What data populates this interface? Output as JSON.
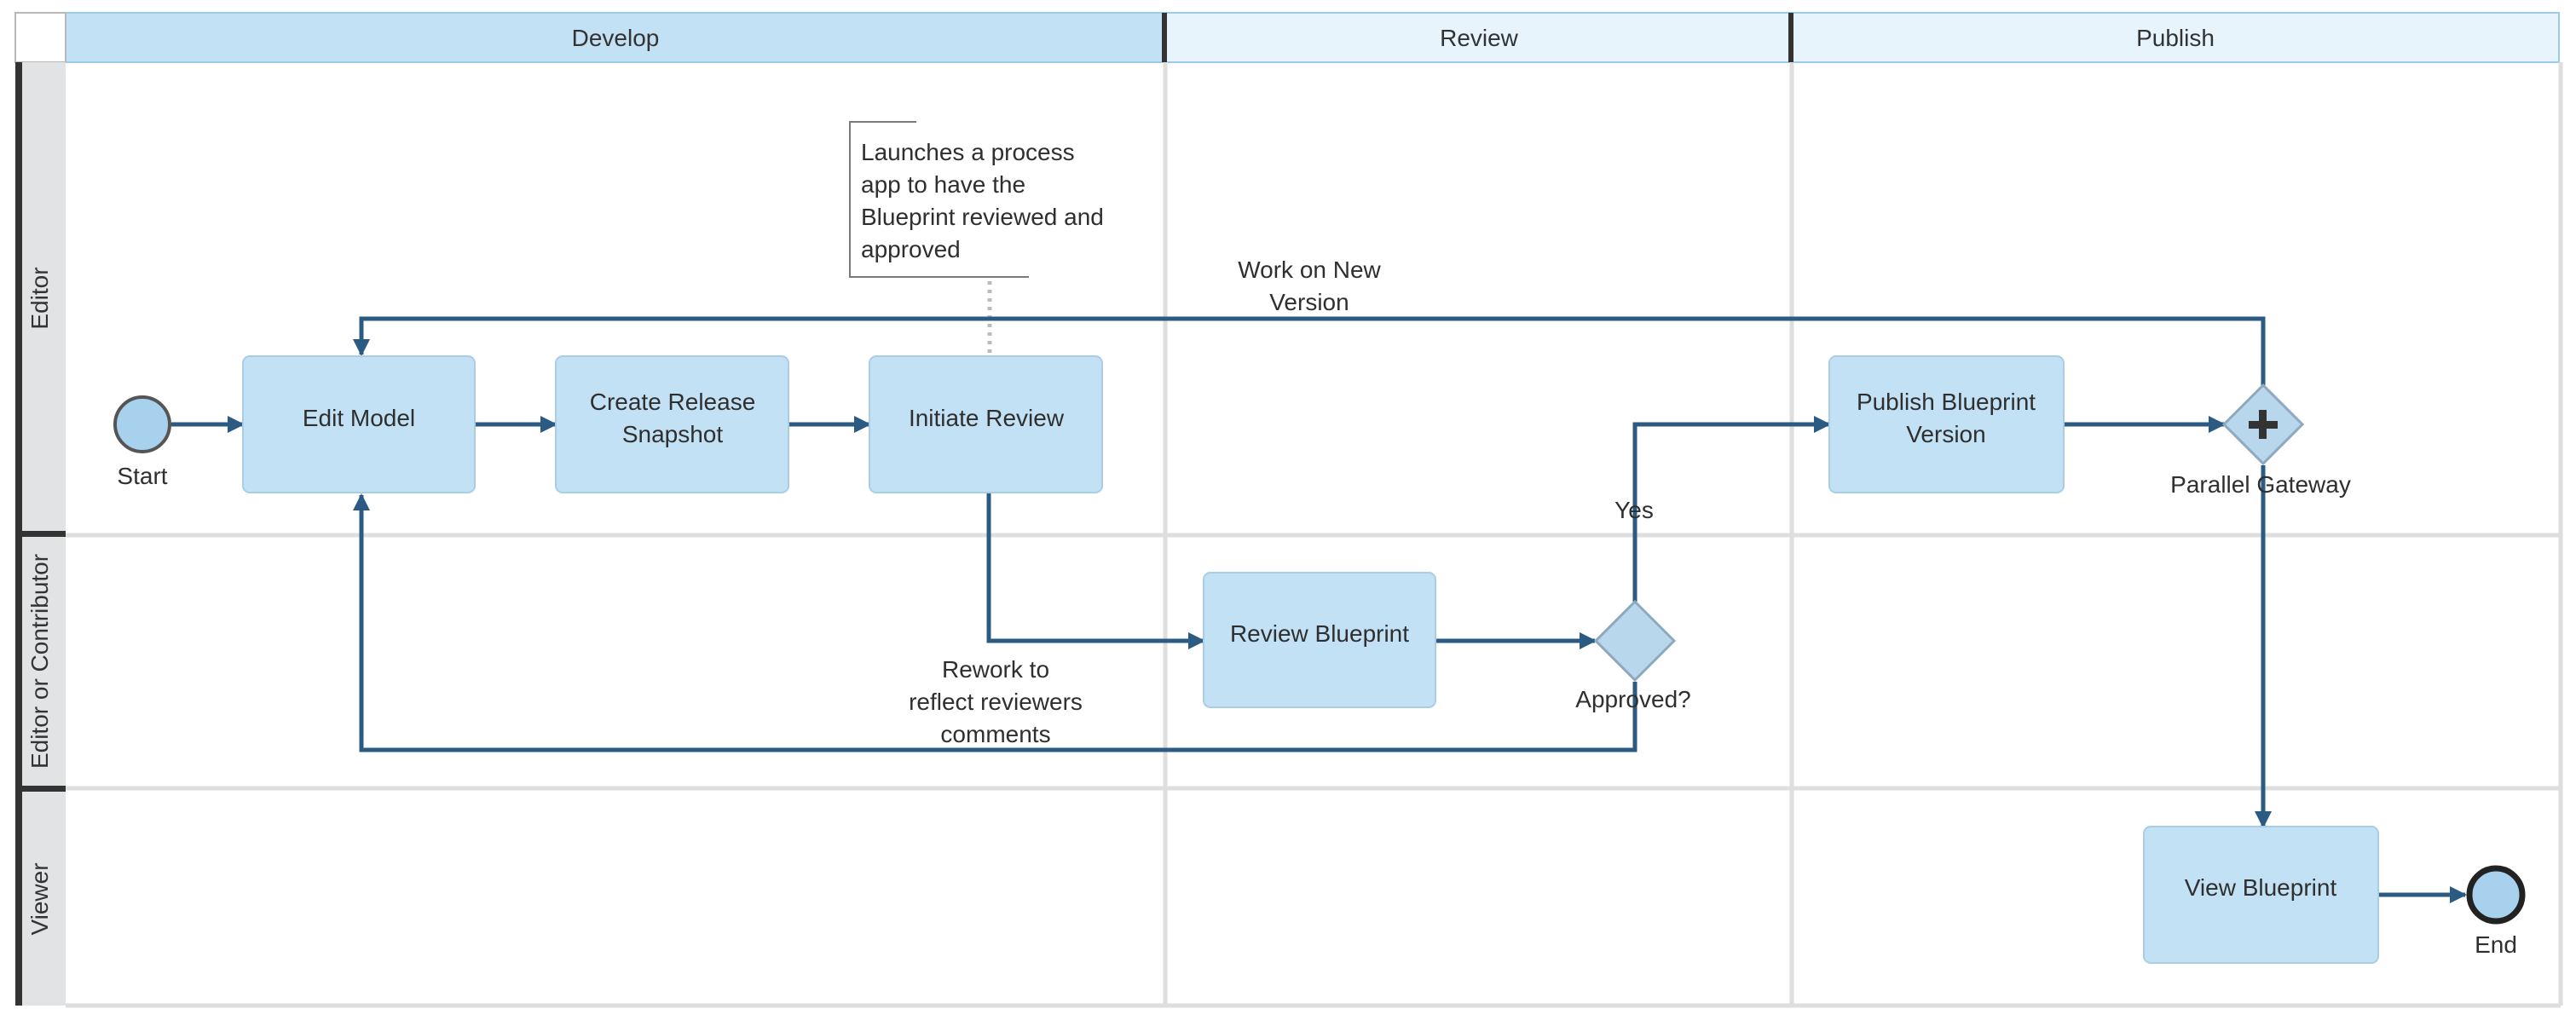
{
  "colors": {
    "flow": "#2b5b82",
    "task_fill": "#c2e1f5",
    "header_develop": "#c2e1f5",
    "header_other": "#e7f4fc",
    "lane_label_bg": "#e2e3e4",
    "gateway_fill": "#b9d7ec",
    "start_fill": "#a8d1ee"
  },
  "phases": [
    "Develop",
    "Review",
    "Publish"
  ],
  "lanes": [
    "Editor",
    "Editor or Contributor",
    "Viewer"
  ],
  "events": {
    "start": "Start",
    "end": "End"
  },
  "tasks": {
    "edit_model": [
      "Edit Model"
    ],
    "create_release_snapshot": [
      "Create Release",
      "Snapshot"
    ],
    "initiate_review": [
      "Initiate Review"
    ],
    "review_blueprint": [
      "Review Blueprint"
    ],
    "publish_blueprint_version": [
      "Publish Blueprint",
      "Version"
    ],
    "view_blueprint": [
      "View Blueprint"
    ]
  },
  "gateways": {
    "approved": "Approved?",
    "parallel": "Parallel Gateway"
  },
  "annotation": [
    "Launches a process",
    "app to have the",
    "Blueprint reviewed and",
    "approved"
  ],
  "flow_labels": {
    "yes": "Yes",
    "work_on_new_version": [
      "Work on New",
      "Version"
    ],
    "rework": [
      "Rework to",
      "reflect reviewers",
      "comments"
    ]
  }
}
